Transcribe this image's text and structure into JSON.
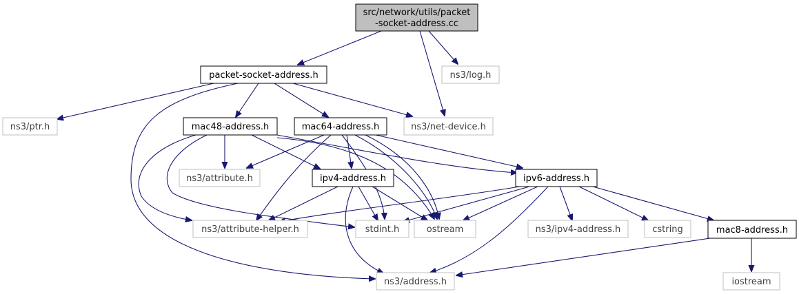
{
  "colors": {
    "edge": "#191970",
    "root_fill": "#bfbfbf",
    "external_border": "#bfbfbf",
    "local_border": "#000000"
  },
  "nodes": {
    "root": {
      "line1": "src/network/utils/packet",
      "line2": "-socket-address.cc"
    },
    "packet_socket_address_h": "packet-socket-address.h",
    "ns3_log_h": "ns3/log.h",
    "ns3_ptr_h": "ns3/ptr.h",
    "mac48_address_h": "mac48-address.h",
    "mac64_address_h": "mac64-address.h",
    "ns3_net_device_h": "ns3/net-device.h",
    "ns3_attribute_h": "ns3/attribute.h",
    "ipv4_address_h": "ipv4-address.h",
    "ipv6_address_h": "ipv6-address.h",
    "ns3_attribute_helper_h": "ns3/attribute-helper.h",
    "stdint_h": "stdint.h",
    "ostream": "ostream",
    "ns3_ipv4_address_h": "ns3/ipv4-address.h",
    "cstring": "cstring",
    "mac8_address_h": "mac8-address.h",
    "ns3_address_h": "ns3/address.h",
    "iostream": "iostream"
  }
}
